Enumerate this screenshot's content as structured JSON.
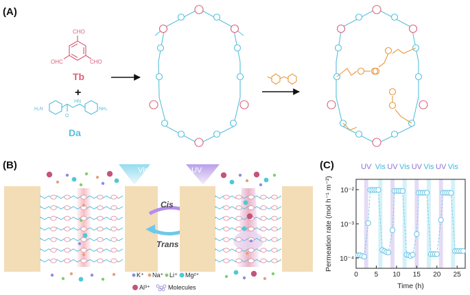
{
  "panels": {
    "a": "(A)",
    "b": "(B)",
    "c": "(C)"
  },
  "monomers": {
    "tb_label": "Tb",
    "da_label": "Da",
    "plus": "+",
    "tb_cho_top": "CHO",
    "tb_cho_left": "OHC",
    "tb_cho_right": "CHO",
    "da_nh2_left": "H₂N",
    "da_nh2_right": "NH₂",
    "da_nh": "HN",
    "da_o": "O"
  },
  "colors": {
    "tb": "#d9607a",
    "da": "#56c0dc",
    "azo": "#e8973a",
    "membrane": "#f3ddb6",
    "vis_beam": "#8fd9ef",
    "uv_beam": "#b69be8",
    "cis_arrow": "#b48ee8",
    "trans_arrow": "#6fc8ea",
    "uv_band": "#e4dbf5",
    "vis_band": "#d4f1f8",
    "marker": "#6fc8ea"
  },
  "panel_b": {
    "vis_label": "Vis",
    "uv_label": "UV",
    "cis_label": "Cis",
    "trans_label": "Trans",
    "legend": {
      "k": "K⁺",
      "na": "Na⁺",
      "li": "Li⁺",
      "mg": "Mg²⁺",
      "al": "Al³⁺",
      "mol": "Molecules"
    }
  },
  "chart_data": {
    "type": "scatter",
    "ylabel": "Permeation rate (mol h⁻¹ m⁻²)",
    "xlabel": "Time (h)",
    "xlim": [
      0,
      27
    ],
    "ylim": [
      5e-05,
      0.02
    ],
    "y_scale": "log",
    "xticks": [
      0,
      5,
      10,
      15,
      20,
      25
    ],
    "yticks": [
      {
        "value": 0.0001,
        "label": "10⁻⁴"
      },
      {
        "value": 0.001,
        "label": "10⁻³"
      },
      {
        "value": 0.01,
        "label": "10⁻²"
      }
    ],
    "bands": [
      {
        "label": "UV",
        "x": [
          2.0,
          3.0
        ]
      },
      {
        "label": "Vis",
        "x": [
          5.5,
          6.5
        ]
      },
      {
        "label": "UV",
        "x": [
          8.5,
          9.5
        ]
      },
      {
        "label": "Vis",
        "x": [
          11.5,
          12.5
        ]
      },
      {
        "label": "UV",
        "x": [
          14.5,
          15.5
        ]
      },
      {
        "label": "Vis",
        "x": [
          17.5,
          18.5
        ]
      },
      {
        "label": "UV",
        "x": [
          20.5,
          21.5
        ]
      },
      {
        "label": "Vis",
        "x": [
          23.5,
          24.5
        ]
      }
    ],
    "x": [
      0.5,
      1.0,
      1.5,
      2.0,
      3.0,
      3.5,
      4.0,
      4.5,
      5.0,
      5.5,
      6.5,
      7.0,
      7.5,
      8.0,
      9.0,
      9.5,
      10.0,
      10.5,
      11.0,
      11.5,
      12.5,
      13.0,
      13.5,
      14.0,
      15.0,
      15.5,
      16.0,
      16.5,
      17.0,
      17.5,
      18.5,
      19.0,
      19.5,
      20.0,
      21.0,
      21.5,
      22.0,
      22.5,
      23.0,
      23.5,
      24.5,
      25.0,
      25.5,
      26.0,
      26.5
    ],
    "y": [
      0.00012,
      0.00012,
      0.000115,
      0.00011,
      0.00105,
      0.0098,
      0.0098,
      0.0098,
      0.0098,
      0.0098,
      0.00017,
      0.00016,
      0.00015,
      0.000145,
      0.00065,
      0.0092,
      0.0092,
      0.0092,
      0.0092,
      0.0091,
      0.000125,
      0.00012,
      0.000115,
      0.000125,
      0.0005,
      0.0081,
      0.0081,
      0.0081,
      0.0081,
      0.0081,
      0.00013,
      0.00013,
      0.00013,
      0.00013,
      0.0013,
      0.0081,
      0.0081,
      0.0081,
      0.0081,
      0.008,
      0.00016,
      0.00016,
      0.00016,
      0.00016,
      0.00016
    ]
  }
}
